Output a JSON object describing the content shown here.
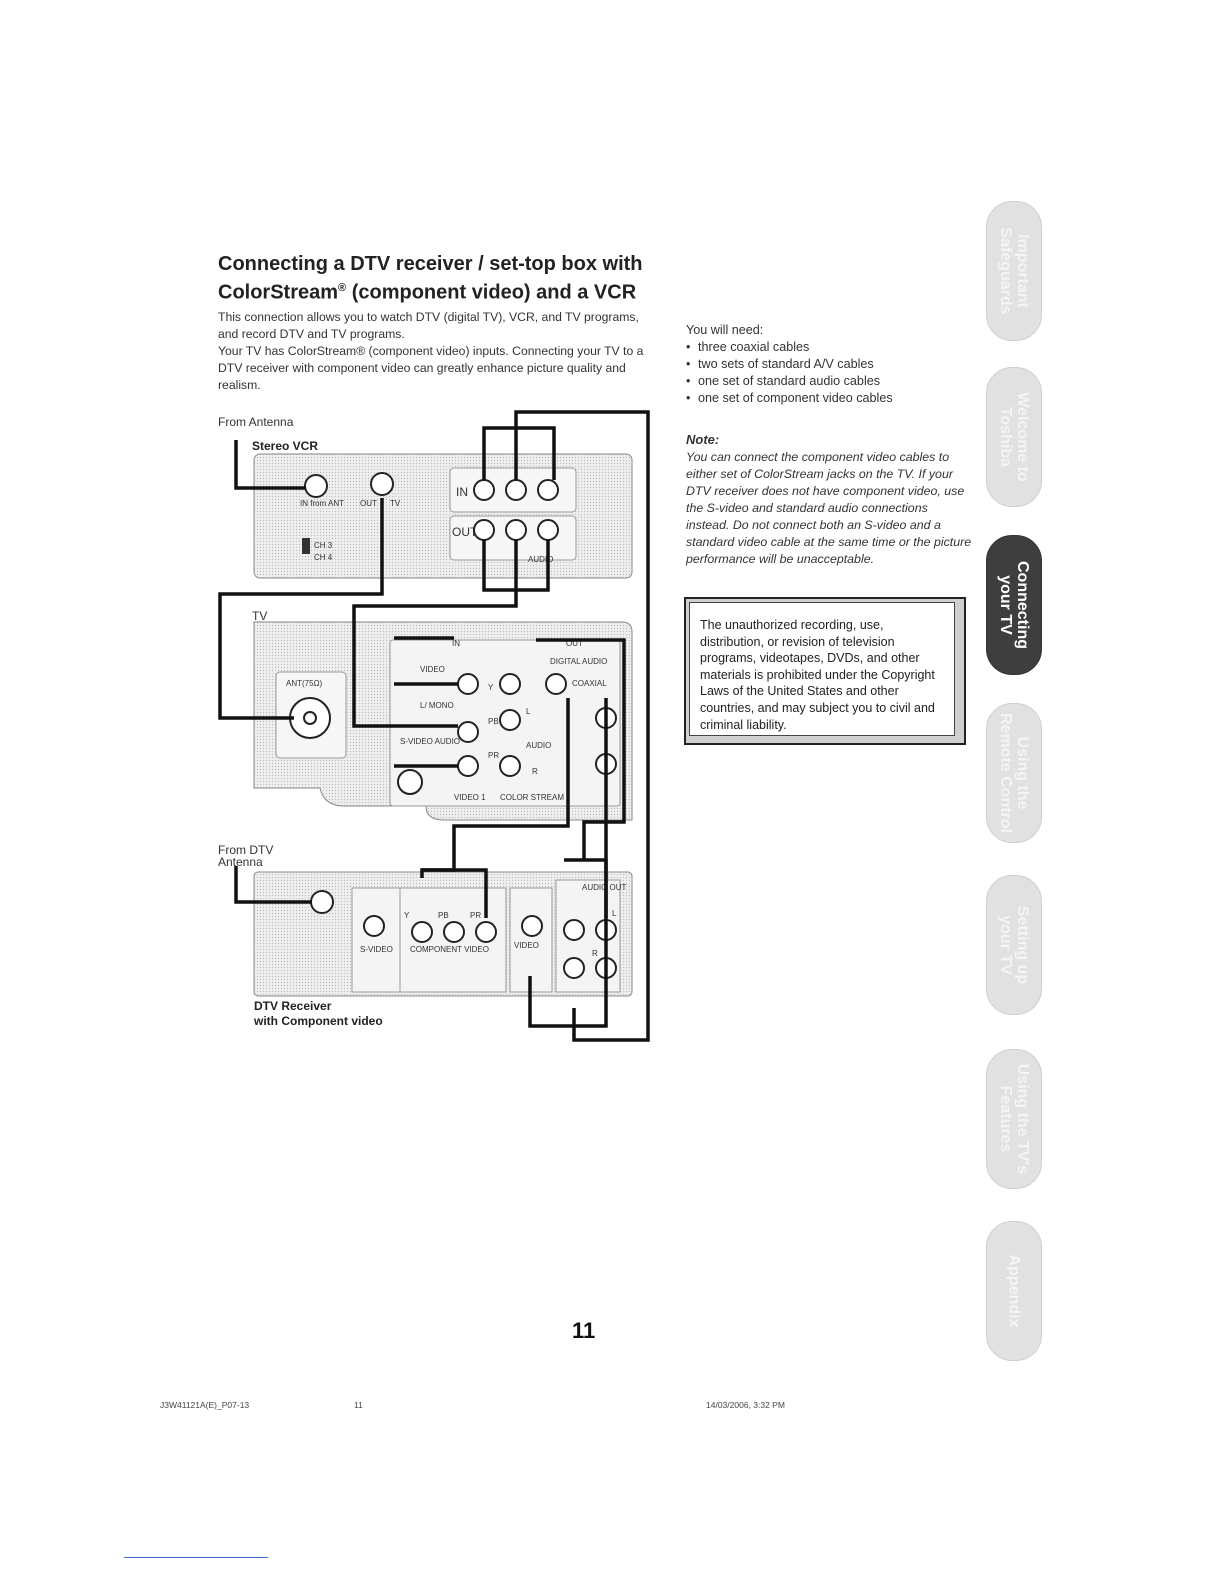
{
  "page": {
    "title_line1": "Connecting a DTV receiver / set-top box with",
    "title_line2_prefix": "ColorStream",
    "title_line2_suffix": " (component video) and a VCR",
    "registered_mark": "®",
    "intro_p1": "This connection allows you to watch DTV (digital TV), VCR, and TV programs, and record DTV and TV programs.",
    "intro_p2": "Your TV has ColorStream® (component video) inputs. Connecting your TV to a DTV receiver with component video can greatly enhance picture quality and realism."
  },
  "needs": {
    "heading": "You will need:",
    "items": [
      "three coaxial cables",
      "two sets of standard A/V cables",
      "one set of standard audio cables",
      "one set of component video cables"
    ]
  },
  "note": {
    "title": "Note:",
    "body": "You can connect the component video cables to either set of ColorStream jacks on the TV. If your DTV receiver does not have component video, use the S-video and standard audio connections instead. Do not connect both an S-video and a standard video cable at the same time or the picture performance will be unacceptable."
  },
  "warning": {
    "text": "The unauthorized recording, use, distribution, or revision of television programs, videotapes, DVDs, and other materials is prohibited under the Copyright Laws of the United States and other countries, and may subject you to civil and criminal liability."
  },
  "diagram": {
    "from_antenna": "From Antenna",
    "stereo_vcr": "Stereo VCR",
    "vcr_in_from_ant": "IN from ANT",
    "vcr_out": "OUT",
    "vcr_tv": "TV",
    "vcr_in": "IN",
    "vcr_ch3": "CH 3",
    "vcr_ch4": "CH 4",
    "vcr_audio": "AUDIO",
    "tv": "TV",
    "tv_ant": "ANT(75Ω)",
    "tv_in": "IN",
    "tv_out": "OUT",
    "tv_video": "VIDEO",
    "tv_l_mono": "L/\nMONO",
    "tv_svideo_audio": "S-VIDEO AUDIO",
    "tv_y": "Y",
    "tv_pb": "PB",
    "tv_pr": "PR",
    "tv_l": "L",
    "tv_r": "R",
    "tv_audio": "AUDIO",
    "tv_digital_audio": "DIGITAL AUDIO",
    "tv_coaxial": "COAXIAL",
    "tv_video1": "VIDEO 1",
    "tv_color_stream": "COLOR STREAM",
    "from_dtv": "From DTV",
    "antenna": "Antenna",
    "dtv_svideo": "S-VIDEO",
    "dtv_component": "COMPONENT VIDEO",
    "dtv_y": "Y",
    "dtv_pb": "PB",
    "dtv_pr": "PR",
    "dtv_audio_out": "AUDIO OUT",
    "dtv_l": "L",
    "dtv_r": "R",
    "dtv_video": "VIDEO",
    "dtv_receiver": "DTV Receiver",
    "with_component": "with Component video"
  },
  "tabs": [
    {
      "line1": "Important",
      "line2": "Safeguards",
      "active": false
    },
    {
      "line1": "Welcome to",
      "line2": "Toshiba",
      "active": false
    },
    {
      "line1": "Connecting",
      "line2": "your TV",
      "active": true
    },
    {
      "line1": "Using the",
      "line2": "Remote Control",
      "active": false
    },
    {
      "line1": "Setting up",
      "line2": "your TV",
      "active": false
    },
    {
      "line1": "Using the TV's",
      "line2": "Features",
      "active": false
    },
    {
      "line1": "Appendix",
      "line2": "",
      "active": false
    }
  ],
  "page_number": "11",
  "footer": {
    "file": "J3W41121A(E)_P07-13",
    "page": "11",
    "timestamp": "14/03/2006, 3:32 PM"
  }
}
